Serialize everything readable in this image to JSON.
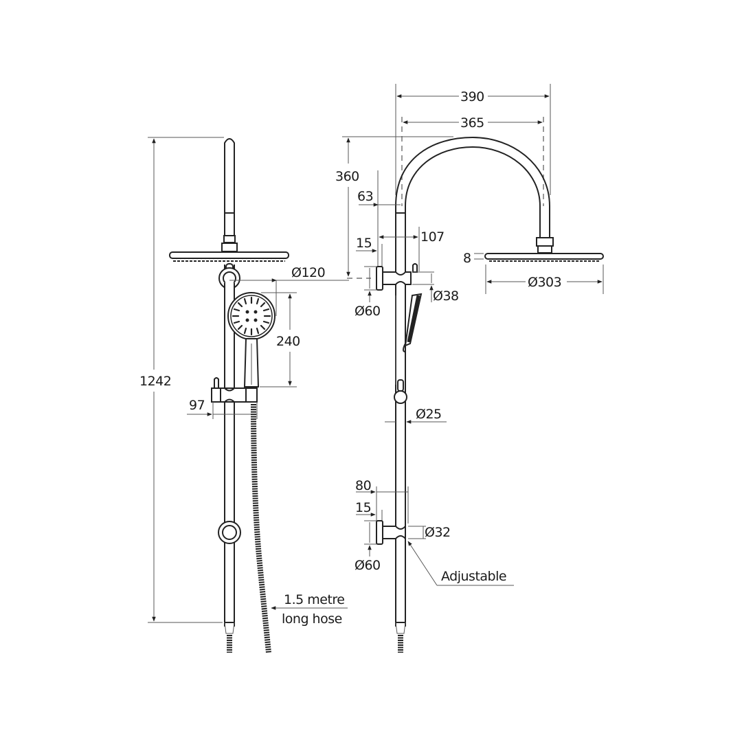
{
  "drawing": {
    "title": "Twin rail shower technical drawing",
    "units": "mm",
    "front_view": {
      "overall_height": "1242",
      "hand_shower_diameter": "Ø120",
      "hand_shower_length": "240",
      "holder_projection": "97",
      "hose_label_line1": "1.5 metre",
      "hose_label_line2": "long hose"
    },
    "side_view": {
      "arm_outer_width": "390",
      "arm_inner_width": "365",
      "arm_height": "360",
      "arm_offset": "63",
      "top_bracket_projection": "107",
      "top_flange_thickness": "15",
      "top_flange_diameter": "Ø60",
      "top_bracket_diameter": "Ø38",
      "head_thickness": "8",
      "head_diameter": "Ø303",
      "rail_diameter": "Ø25",
      "bottom_bracket_projection": "80",
      "bottom_flange_thickness": "15",
      "bottom_bracket_diameter": "Ø32",
      "bottom_flange_diameter": "Ø60",
      "adjustable_label": "Adjustable"
    }
  }
}
